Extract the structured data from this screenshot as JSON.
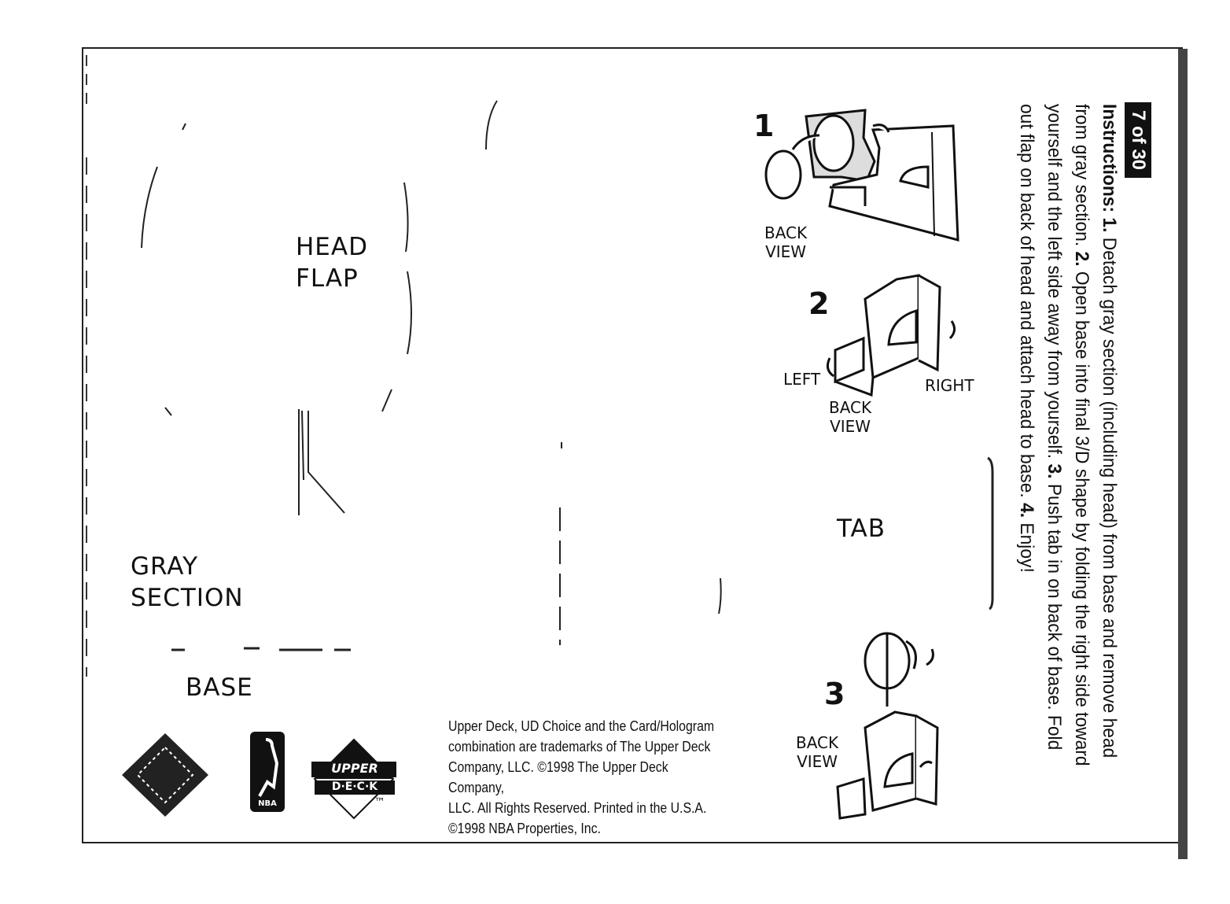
{
  "card_number": "7 of 30",
  "instructions": {
    "heading": "Instructions:",
    "steps": [
      {
        "num": "1.",
        "text": " Detach gray section (including head) from base and remove head from gray section. "
      },
      {
        "num": "2.",
        "text": " Open base into final 3/D shape by folding the right side toward yourself and the left side away from yourself. "
      },
      {
        "num": "3.",
        "text": " Push tab in on back of base. Fold out flap on back of head and attach head to base. "
      },
      {
        "num": "4.",
        "text": " Enjoy!"
      }
    ]
  },
  "labels": {
    "head_flap": "HEAD\nFLAP",
    "gray_section": "GRAY\nSECTION",
    "base": "BASE",
    "tab": "TAB"
  },
  "diagrams": [
    {
      "number": "1",
      "caption": "BACK\nVIEW"
    },
    {
      "number": "2",
      "caption": "BACK\nVIEW",
      "left": "LEFT",
      "right": "RIGHT"
    },
    {
      "number": "3",
      "caption": "BACK\nVIEW"
    }
  ],
  "logos": {
    "upper_deck_top": "UPPER",
    "upper_deck_bottom": "D·E·C·K",
    "trademark": "™",
    "nba": "NBA"
  },
  "legal": "Upper Deck, UD Choice and the Card/Hologram\ncombination are trademarks of The Upper Deck\nCompany, LLC. ©1998 The Upper Deck Company,\nLLC. All Rights Reserved. Printed in the U.S.A.\n©1998 NBA Properties, Inc."
}
